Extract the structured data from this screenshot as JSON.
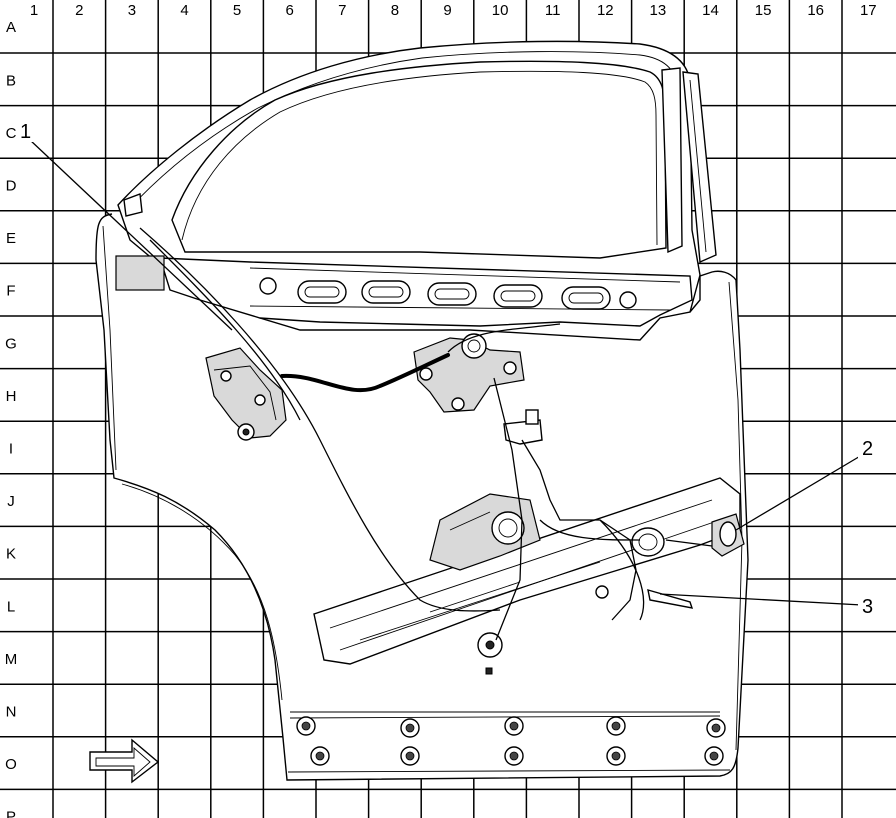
{
  "grid": {
    "columns": [
      "1",
      "2",
      "3",
      "4",
      "5",
      "6",
      "7",
      "8",
      "9",
      "10",
      "11",
      "12",
      "13",
      "14",
      "15",
      "16",
      "17"
    ],
    "rows": [
      "A",
      "B",
      "C",
      "D",
      "E",
      "F",
      "G",
      "H",
      "I",
      "J",
      "K",
      "L",
      "M",
      "N",
      "O",
      "P"
    ]
  },
  "callouts": {
    "c1": "1",
    "c2": "2",
    "c3": "3"
  }
}
